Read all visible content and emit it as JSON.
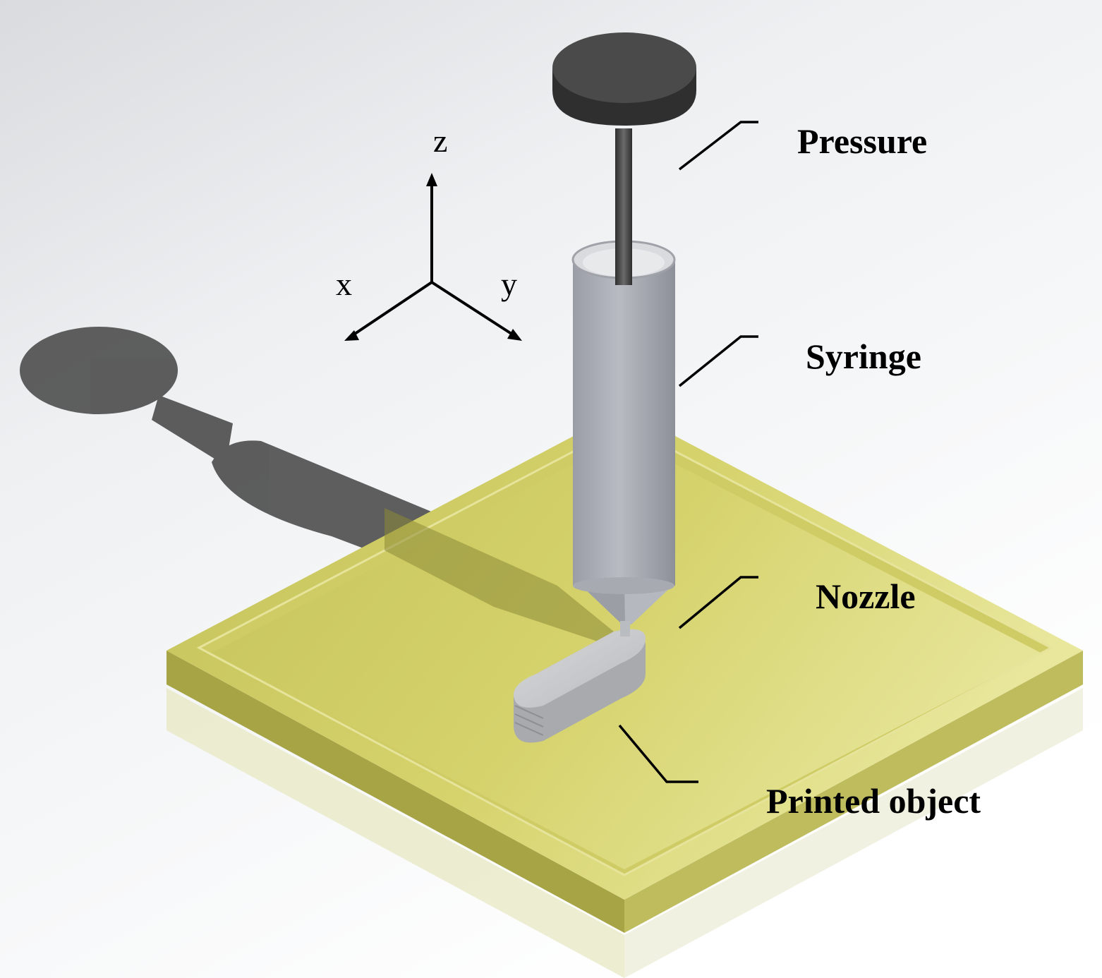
{
  "diagram": {
    "labels": {
      "pressure": "Pressure",
      "syringe": "Syringe",
      "nozzle": "Nozzle",
      "printed_object": "Printed object"
    },
    "axes": {
      "x": "x",
      "y": "y",
      "z": "z"
    },
    "colors": {
      "background": "#f2f3f5",
      "plate_top": "#c9c65f",
      "plate_rim": "#b9b651",
      "plate_side": "#a8a543",
      "syringe_body": "#a3a6ae",
      "plunger": "#3a3a3a",
      "shadow": "#555555",
      "printed_object": "#c7c8ca"
    }
  }
}
